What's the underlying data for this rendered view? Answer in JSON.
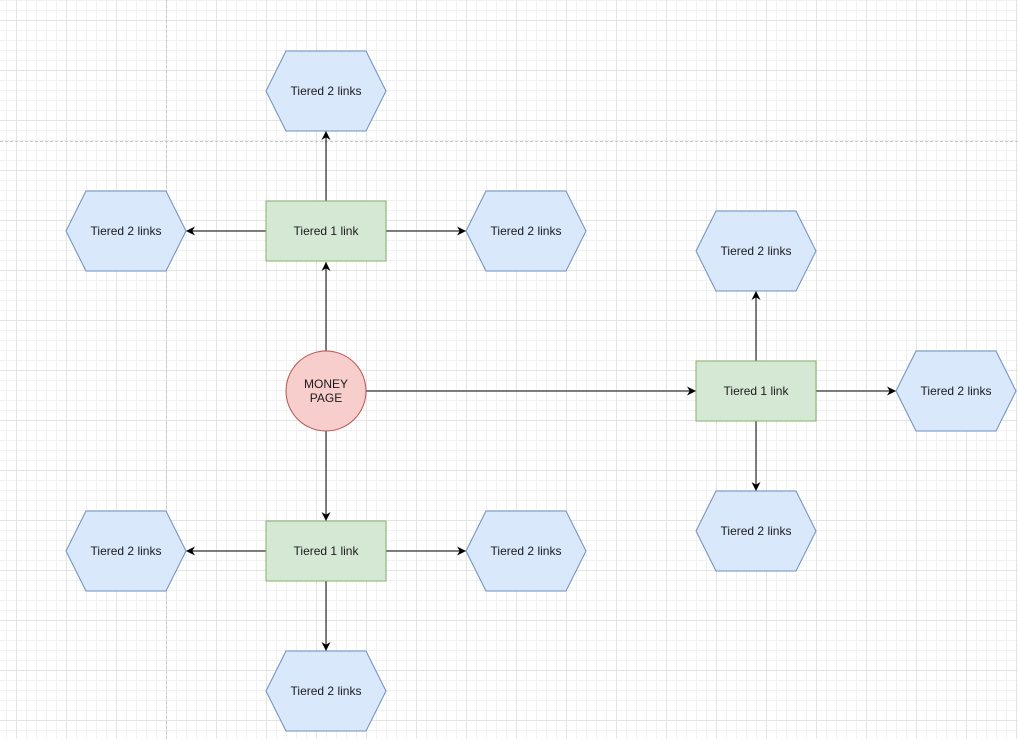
{
  "nodes": {
    "money": {
      "label_line1": "MONEY",
      "label_line2": "PAGE",
      "fill": "#f8cecc",
      "stroke": "#b85450"
    },
    "tier1_top": {
      "label": "Tiered 1 link",
      "fill": "#d5e8d4",
      "stroke": "#82b366"
    },
    "tier1_bottom": {
      "label": "Tiered 1 link",
      "fill": "#d5e8d4",
      "stroke": "#82b366"
    },
    "tier1_right": {
      "label": "Tiered 1 link",
      "fill": "#d5e8d4",
      "stroke": "#82b366"
    },
    "tier2": [
      {
        "label": "Tiered 2 links"
      },
      {
        "label": "Tiered 2 links"
      },
      {
        "label": "Tiered 2 links"
      },
      {
        "label": "Tiered 2 links"
      },
      {
        "label": "Tiered 2 links"
      },
      {
        "label": "Tiered 2 links"
      },
      {
        "label": "Tiered 2 links"
      },
      {
        "label": "Tiered 2 links"
      },
      {
        "label": "Tiered 2 links"
      }
    ]
  },
  "colors": {
    "hex_fill": "#dae8fc",
    "hex_stroke": "#6c8ebf",
    "edge": "#000000"
  }
}
